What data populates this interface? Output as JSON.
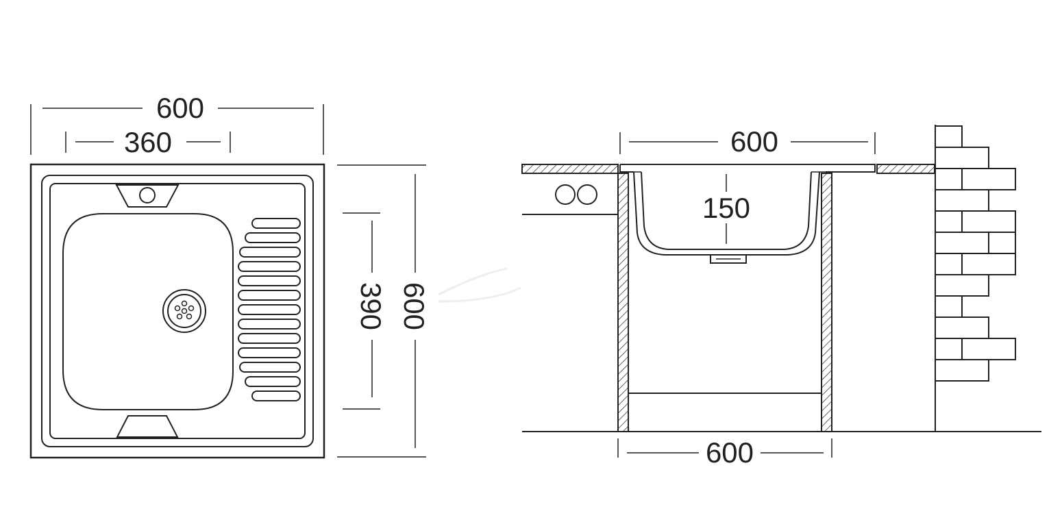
{
  "plan_view": {
    "overall_width": "600",
    "bowl_width": "360",
    "bowl_depth": "390",
    "overall_depth": "600"
  },
  "section_view": {
    "sink_width": "600",
    "bowl_depth": "150",
    "cabinet_width": "600"
  },
  "colors": {
    "line": "#231f20",
    "background": "#ffffff",
    "watermark": "#e8ebee"
  }
}
